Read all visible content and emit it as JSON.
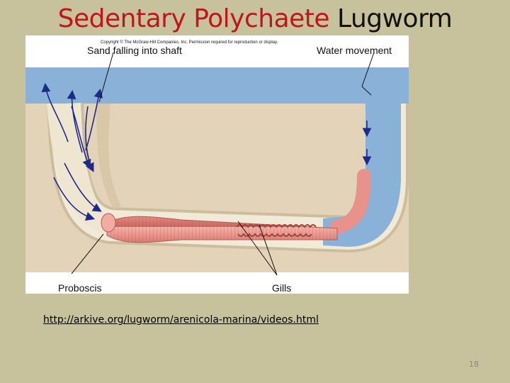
{
  "slide": {
    "title_part1": "Sedentary Polychaete",
    "title_part2": "Lugworm",
    "link": "http://arkive.org/lugworm/arenicola-marina/videos.html",
    "page_number": "18"
  },
  "figure": {
    "copyright": "Copyright © The McGraw-Hill Companies, Inc. Permission required for reproduction or display.",
    "labels": {
      "sand": "Sand falling into shaft",
      "water": "Water movement",
      "proboscis": "Proboscis",
      "gills": "Gills"
    },
    "colors": {
      "water": "#8ab1d8",
      "sand": "#e3d3b8",
      "burrow_lining": "#f2ead8",
      "worm": "#e7928a",
      "arrow": "#1e2a8a"
    }
  }
}
